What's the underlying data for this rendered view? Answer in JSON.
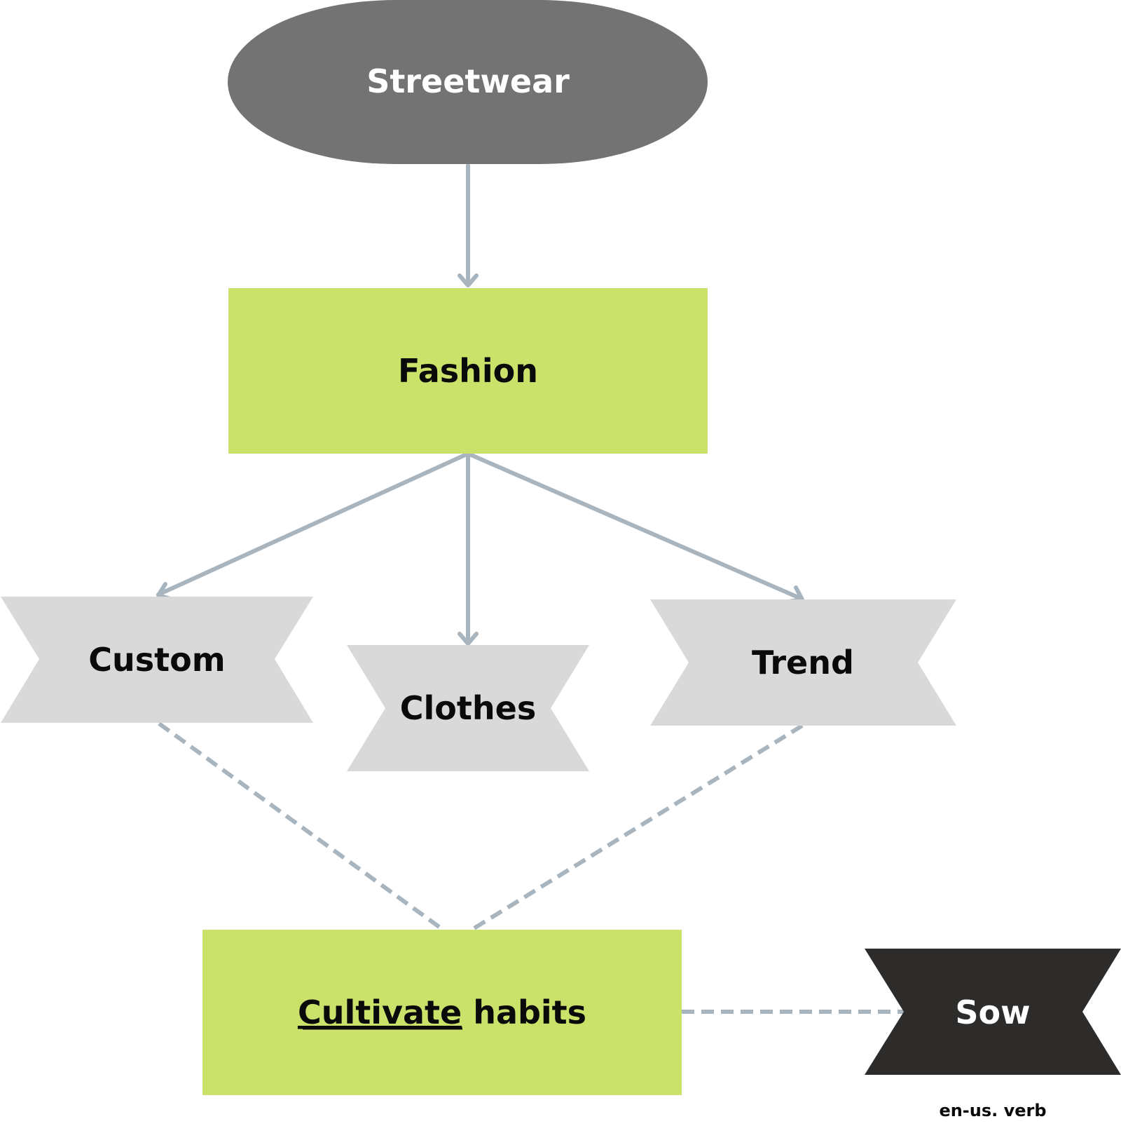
{
  "colors": {
    "terminal_fill": "#737373",
    "process_fill": "#cbe26a",
    "flag_fill": "#d9d9d9",
    "dark_flag_fill": "#2d2c2b",
    "connector": "#a8b5bf",
    "text_dark": "#0a0a0a",
    "text_light": "#ffffff"
  },
  "nodes": {
    "streetwear": {
      "label": "Streetwear",
      "shape": "terminal"
    },
    "fashion": {
      "label": "Fashion",
      "shape": "process"
    },
    "custom": {
      "label": "Custom",
      "shape": "flag"
    },
    "clothes": {
      "label": "Clothes",
      "shape": "flag"
    },
    "trend": {
      "label": "Trend",
      "shape": "flag"
    },
    "cultivate": {
      "label_underlined": "Cultivate",
      "label_rest": " habits",
      "shape": "process"
    },
    "sow": {
      "label": "Sow",
      "shape": "dark-flag",
      "caption": "en-us. verb"
    }
  },
  "edges": [
    {
      "from": "streetwear",
      "to": "fashion",
      "style": "solid-arrow"
    },
    {
      "from": "fashion",
      "to": "custom",
      "style": "solid-arrow"
    },
    {
      "from": "fashion",
      "to": "clothes",
      "style": "solid-arrow"
    },
    {
      "from": "fashion",
      "to": "trend",
      "style": "solid-arrow"
    },
    {
      "from": "custom",
      "to": "cultivate",
      "style": "dashed"
    },
    {
      "from": "trend",
      "to": "cultivate",
      "style": "dashed"
    },
    {
      "from": "cultivate",
      "to": "sow",
      "style": "dashed"
    }
  ]
}
